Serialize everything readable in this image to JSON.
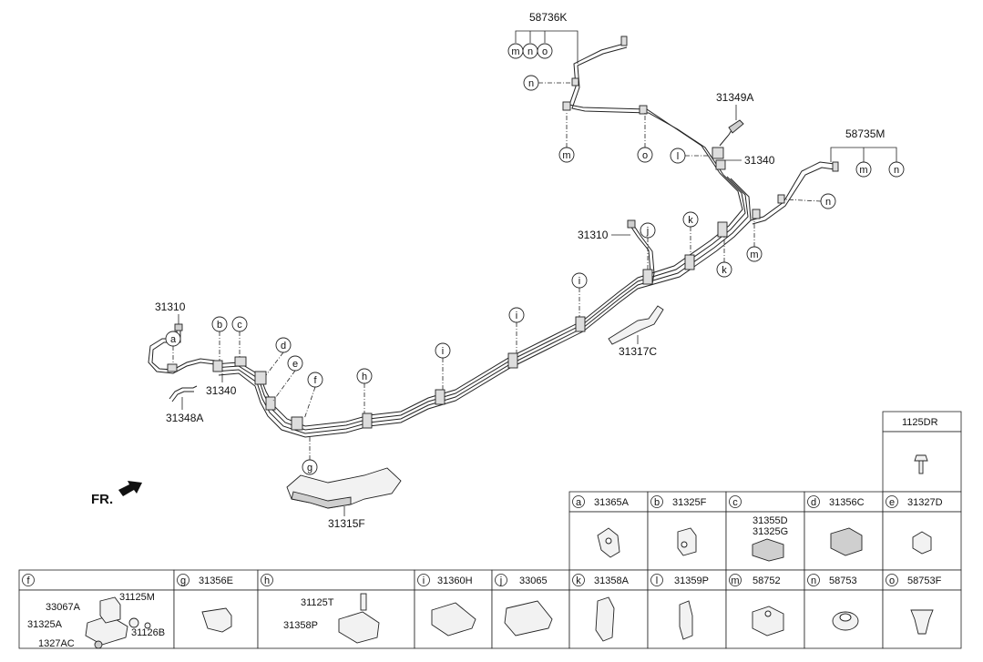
{
  "callouts": {
    "c58736K": "58736K",
    "c31349A": "31349A",
    "c58735M": "58735M",
    "c31340_top": "31340",
    "c31310_mid": "31310",
    "c31310_left": "31310",
    "c31340_left": "31340",
    "c31348A": "31348A",
    "c31317C": "31317C",
    "c31315F": "31315F",
    "fr": "FR."
  },
  "letters": [
    "a",
    "b",
    "c",
    "d",
    "e",
    "f",
    "g",
    "h",
    "i",
    "j",
    "k",
    "l",
    "m",
    "n",
    "o"
  ],
  "table": {
    "t1125DR": "1125DR",
    "a": {
      "letter": "a",
      "part": "31365A"
    },
    "b": {
      "letter": "b",
      "part": "31325F"
    },
    "c": {
      "letter": "c",
      "part": "",
      "sub1": "31355D",
      "sub2": "31325G"
    },
    "d": {
      "letter": "d",
      "part": "31356C"
    },
    "e": {
      "letter": "e",
      "part": "31327D"
    },
    "f": {
      "letter": "f",
      "part": "",
      "s1": "33067A",
      "s2": "31125M",
      "s3": "31325A",
      "s4": "31126B",
      "s5": "1327AC"
    },
    "g": {
      "letter": "g",
      "part": "31356E"
    },
    "h": {
      "letter": "h",
      "part": "",
      "s1": "31125T",
      "s2": "31358P"
    },
    "i": {
      "letter": "i",
      "part": "31360H"
    },
    "j": {
      "letter": "j",
      "part": "33065"
    },
    "k": {
      "letter": "k",
      "part": "31358A"
    },
    "l": {
      "letter": "l",
      "part": "31359P"
    },
    "m": {
      "letter": "m",
      "part": "58752"
    },
    "n": {
      "letter": "n",
      "part": "58753"
    },
    "o": {
      "letter": "o",
      "part": "58753F"
    }
  },
  "icons": [
    "bolt-icon",
    "clip-icon",
    "clamp-icon",
    "grommet-icon",
    "arrow-icon"
  ]
}
